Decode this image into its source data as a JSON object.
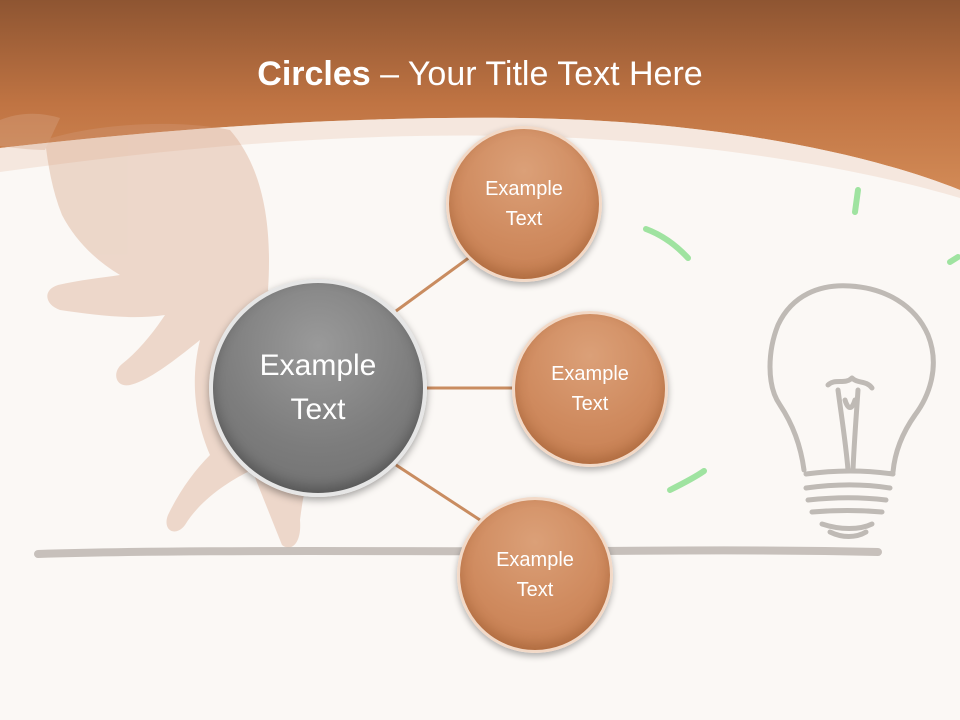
{
  "title": {
    "bold": "Circles",
    "rest": " – Your Title Text Here"
  },
  "center_circle": {
    "label": "Example\nText"
  },
  "satellites": [
    {
      "label": "Example\nText"
    },
    {
      "label": "Example\nText"
    },
    {
      "label": "Example\nText"
    }
  ],
  "colors": {
    "header_band": "#c8804b",
    "satellite_fill": "#cf8a5e",
    "center_fill": "#7d7d7d",
    "connector": "#c98c60",
    "background": "#fbf8f5"
  },
  "icons": [
    "hand-illustration",
    "lightbulb-sketch"
  ]
}
